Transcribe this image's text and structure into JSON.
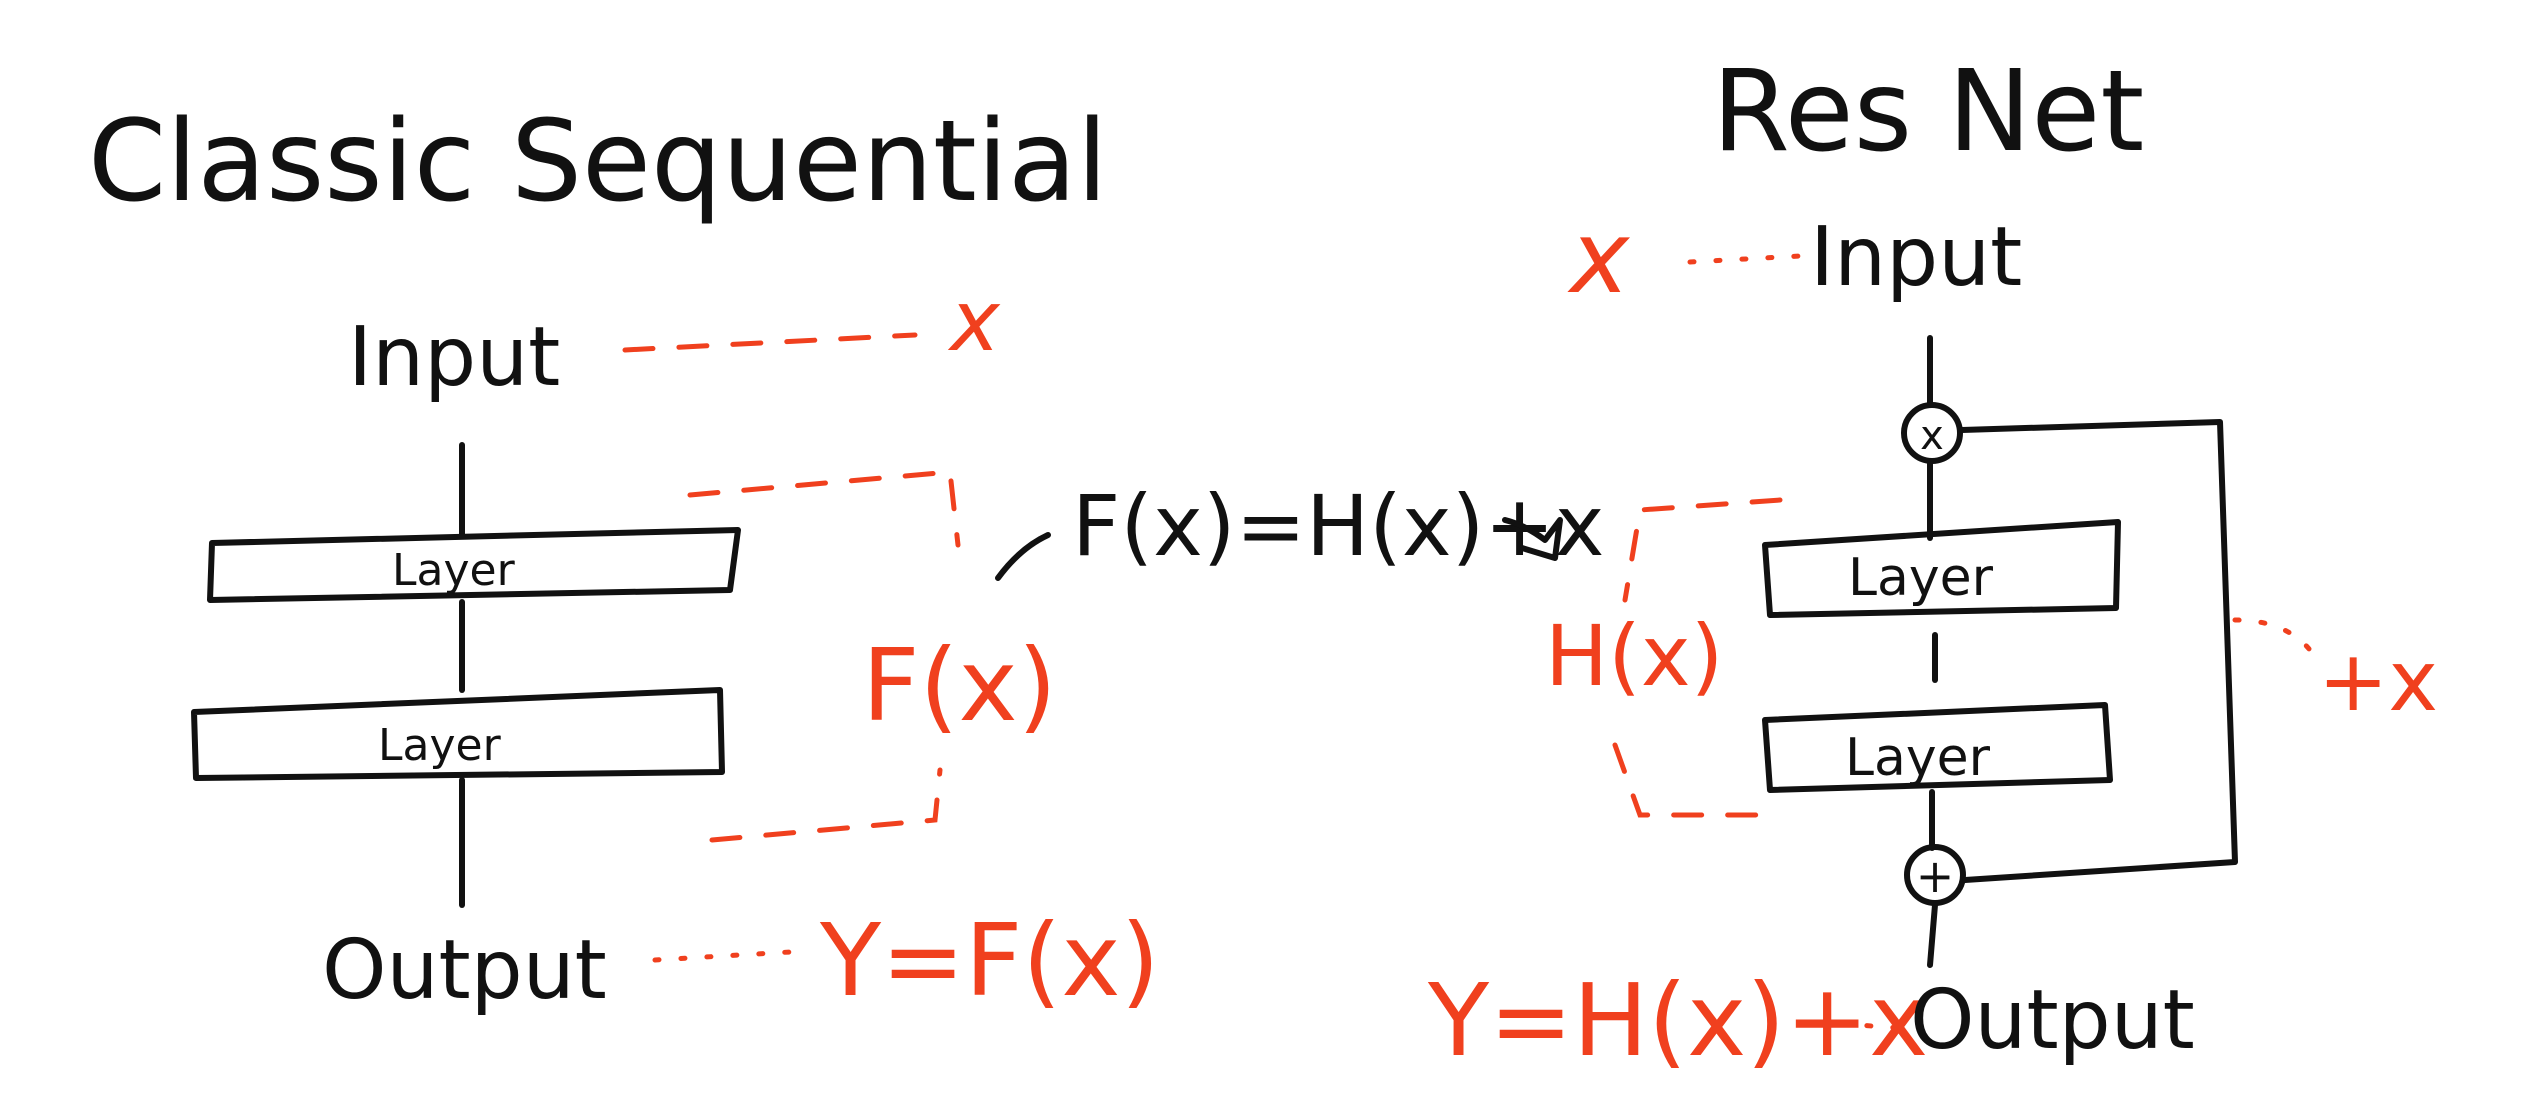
{
  "colors": {
    "ink": "#111111",
    "annotation": "#f0401e",
    "background": "#ffffff"
  },
  "classic": {
    "title": "Classic Sequential",
    "input_label": "Input",
    "input_symbol": "x",
    "layers": [
      "Layer",
      "Layer"
    ],
    "block_function": "F(x)",
    "output_label": "Output",
    "output_formula": "Y=F(x)"
  },
  "middle": {
    "relation": "F(x)=H(x)+x"
  },
  "resnet": {
    "title": "Res Net",
    "input_symbol": "x",
    "input_label": "Input",
    "branch_node_symbol": "x",
    "layers": [
      "Layer",
      "Layer"
    ],
    "block_function": "H(x)",
    "skip_label": "+x",
    "sum_node_symbol": "+",
    "output_formula": "Y=H(x)+x",
    "output_label": "Output"
  }
}
